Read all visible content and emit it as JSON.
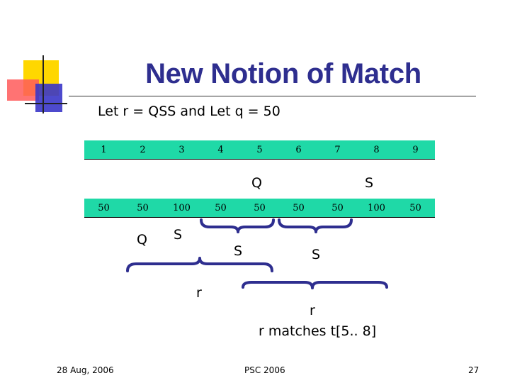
{
  "slide": {
    "title": "New Notion of Match",
    "subtitle": "Let r = QSS and Let q = 50"
  },
  "table": {
    "indices": [
      "1",
      "2",
      "3",
      "4",
      "5",
      "6",
      "7",
      "8",
      "9"
    ],
    "values": [
      "50",
      "50",
      "100",
      "50",
      "50",
      "50",
      "50",
      "100",
      "50"
    ],
    "cell_color": "#1fd9a7"
  },
  "labels": {
    "q_upper": "Q",
    "s_upper": "S",
    "q_lower": "Q",
    "s_lower_a": "S",
    "s_lower_b": "S",
    "s_lower_c": "S",
    "r_left": "r",
    "r_right": "r",
    "match_note": "r matches t[5.. 8]"
  },
  "footer": {
    "date": "28 Aug, 2006",
    "center": "PSC 2006",
    "page": "27"
  },
  "colors": {
    "title": "#2e2e8f",
    "brace": "#2e2e8f",
    "accent_yellow": "#ffd700",
    "accent_red": "#ff5a5a",
    "accent_blue": "#3a36c8"
  }
}
